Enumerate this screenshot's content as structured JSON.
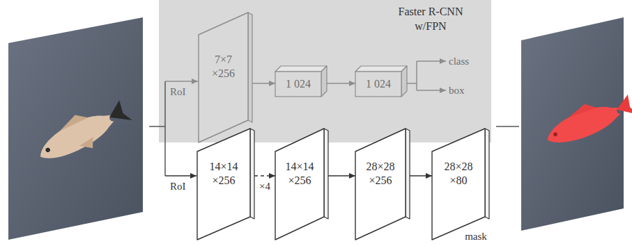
{
  "diagram": {
    "nodes": [
      {
        "text": [
          "Faster R-CNN w/FPN"
        ]
      },
      {
        "text": [
          "7×7 ×256"
        ],
        "in": 0
      },
      {
        "text": [
          "1 024"
        ],
        "in": 0
      },
      {
        "text": [
          "1 024"
        ],
        "in": 0
      },
      {
        "text": [
          "14×14 ×256"
        ]
      },
      {
        "text": [
          "14×14 ×256"
        ]
      },
      {
        "text": [
          "28×28 ×256"
        ]
      },
      {
        "text": [
          "28×28 ×80",
          "mask"
        ]
      }
    ],
    "edges": [
      {
        "from": 1,
        "to": 2,
        "arrow": "to"
      },
      {
        "from": 2,
        "to": 3,
        "arrow": "to"
      },
      {
        "from": 4,
        "to": 5,
        "label": "×4",
        "arrow": "to"
      },
      {
        "from": 5,
        "to": 6,
        "arrow": "to"
      },
      {
        "from": 6,
        "to": 7,
        "arrow": "to"
      }
    ],
    "labels": [
      "RoI",
      "class",
      "box",
      "RoI"
    ]
  }
}
